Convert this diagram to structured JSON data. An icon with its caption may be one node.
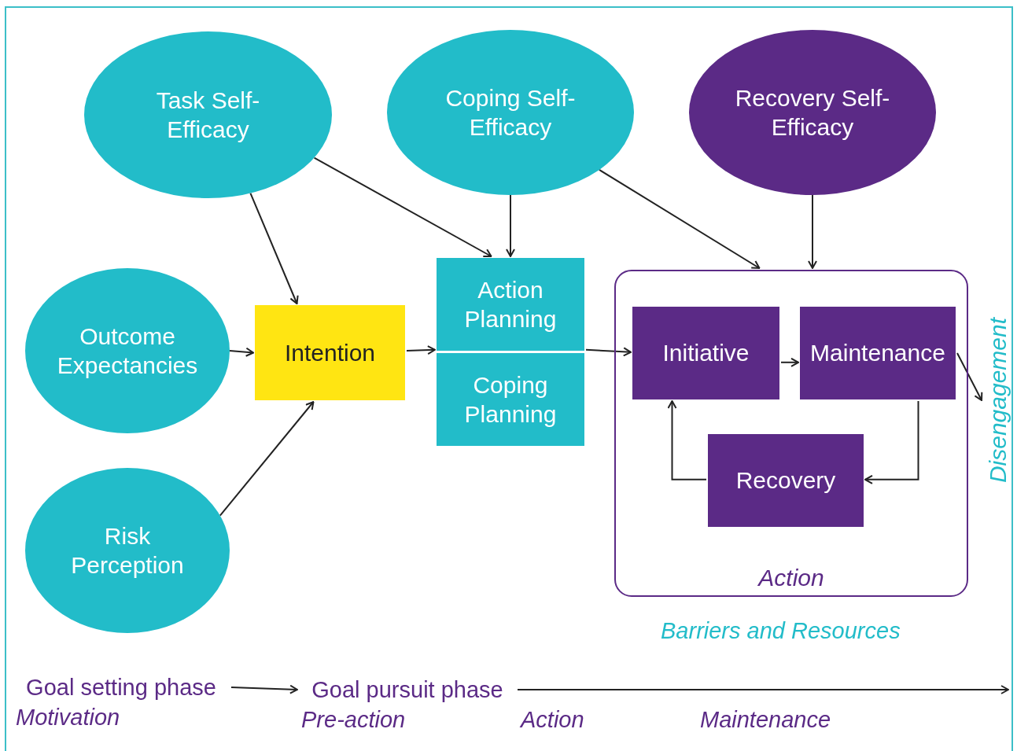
{
  "diagram": {
    "nodes": [
      {
        "text": [
          "Task Self-Efficacy"
        ]
      },
      {
        "text": [
          "Coping Self-Efficacy"
        ]
      },
      {
        "text": [
          "Recovery Self-Efficacy"
        ]
      },
      {
        "text": [
          "Outcome Expectancies"
        ]
      },
      {
        "text": [
          "Intention"
        ]
      },
      {
        "text": [
          "Action Planning"
        ]
      },
      {
        "text": [
          "Coping Planning"
        ]
      },
      {
        "text": [
          "Action"
        ]
      },
      {
        "text": [
          "Initiative"
        ],
        "in": 7
      },
      {
        "text": [
          "Maintenance"
        ],
        "in": 7
      },
      {
        "text": [
          "Recovery"
        ],
        "in": 7
      },
      {
        "text": [
          "Risk Perception"
        ]
      },
      {
        "text": [
          "Disengagement"
        ]
      },
      {
        "text": [
          "Goal setting phase"
        ]
      },
      {
        "text": [
          "Goal pursuit phase"
        ]
      }
    ],
    "edges": [
      {
        "from": 0,
        "to": 4,
        "arrow": "to"
      },
      {
        "from": 0,
        "to": 5,
        "arrow": "to"
      },
      {
        "from": 1,
        "to": 5,
        "arrow": "to"
      },
      {
        "from": 1,
        "to": 7,
        "arrow": "to"
      },
      {
        "from": 2,
        "to": 7,
        "arrow": "to"
      },
      {
        "from": 3,
        "to": 4,
        "arrow": "to"
      },
      {
        "from": 11,
        "to": 4,
        "arrow": "to"
      },
      {
        "from": 4,
        "to": 5,
        "arrow": "to"
      },
      {
        "from": 5,
        "to": 8,
        "arrow": "to"
      },
      {
        "from": 8,
        "to": 9,
        "arrow": "to"
      },
      {
        "from": 9,
        "to": 12,
        "arrow": "to"
      },
      {
        "from": 9,
        "to": 10,
        "arrow": "to"
      },
      {
        "from": 10,
        "to": 8,
        "arrow": "to"
      },
      {
        "from": 13,
        "to": 14,
        "arrow": "to"
      },
      {
        "from": 14,
        "to": null,
        "arrow": "to"
      }
    ],
    "labels": [
      "Barriers and Resources",
      "Motivation",
      "Pre-action",
      "Action",
      "Maintenance"
    ]
  }
}
